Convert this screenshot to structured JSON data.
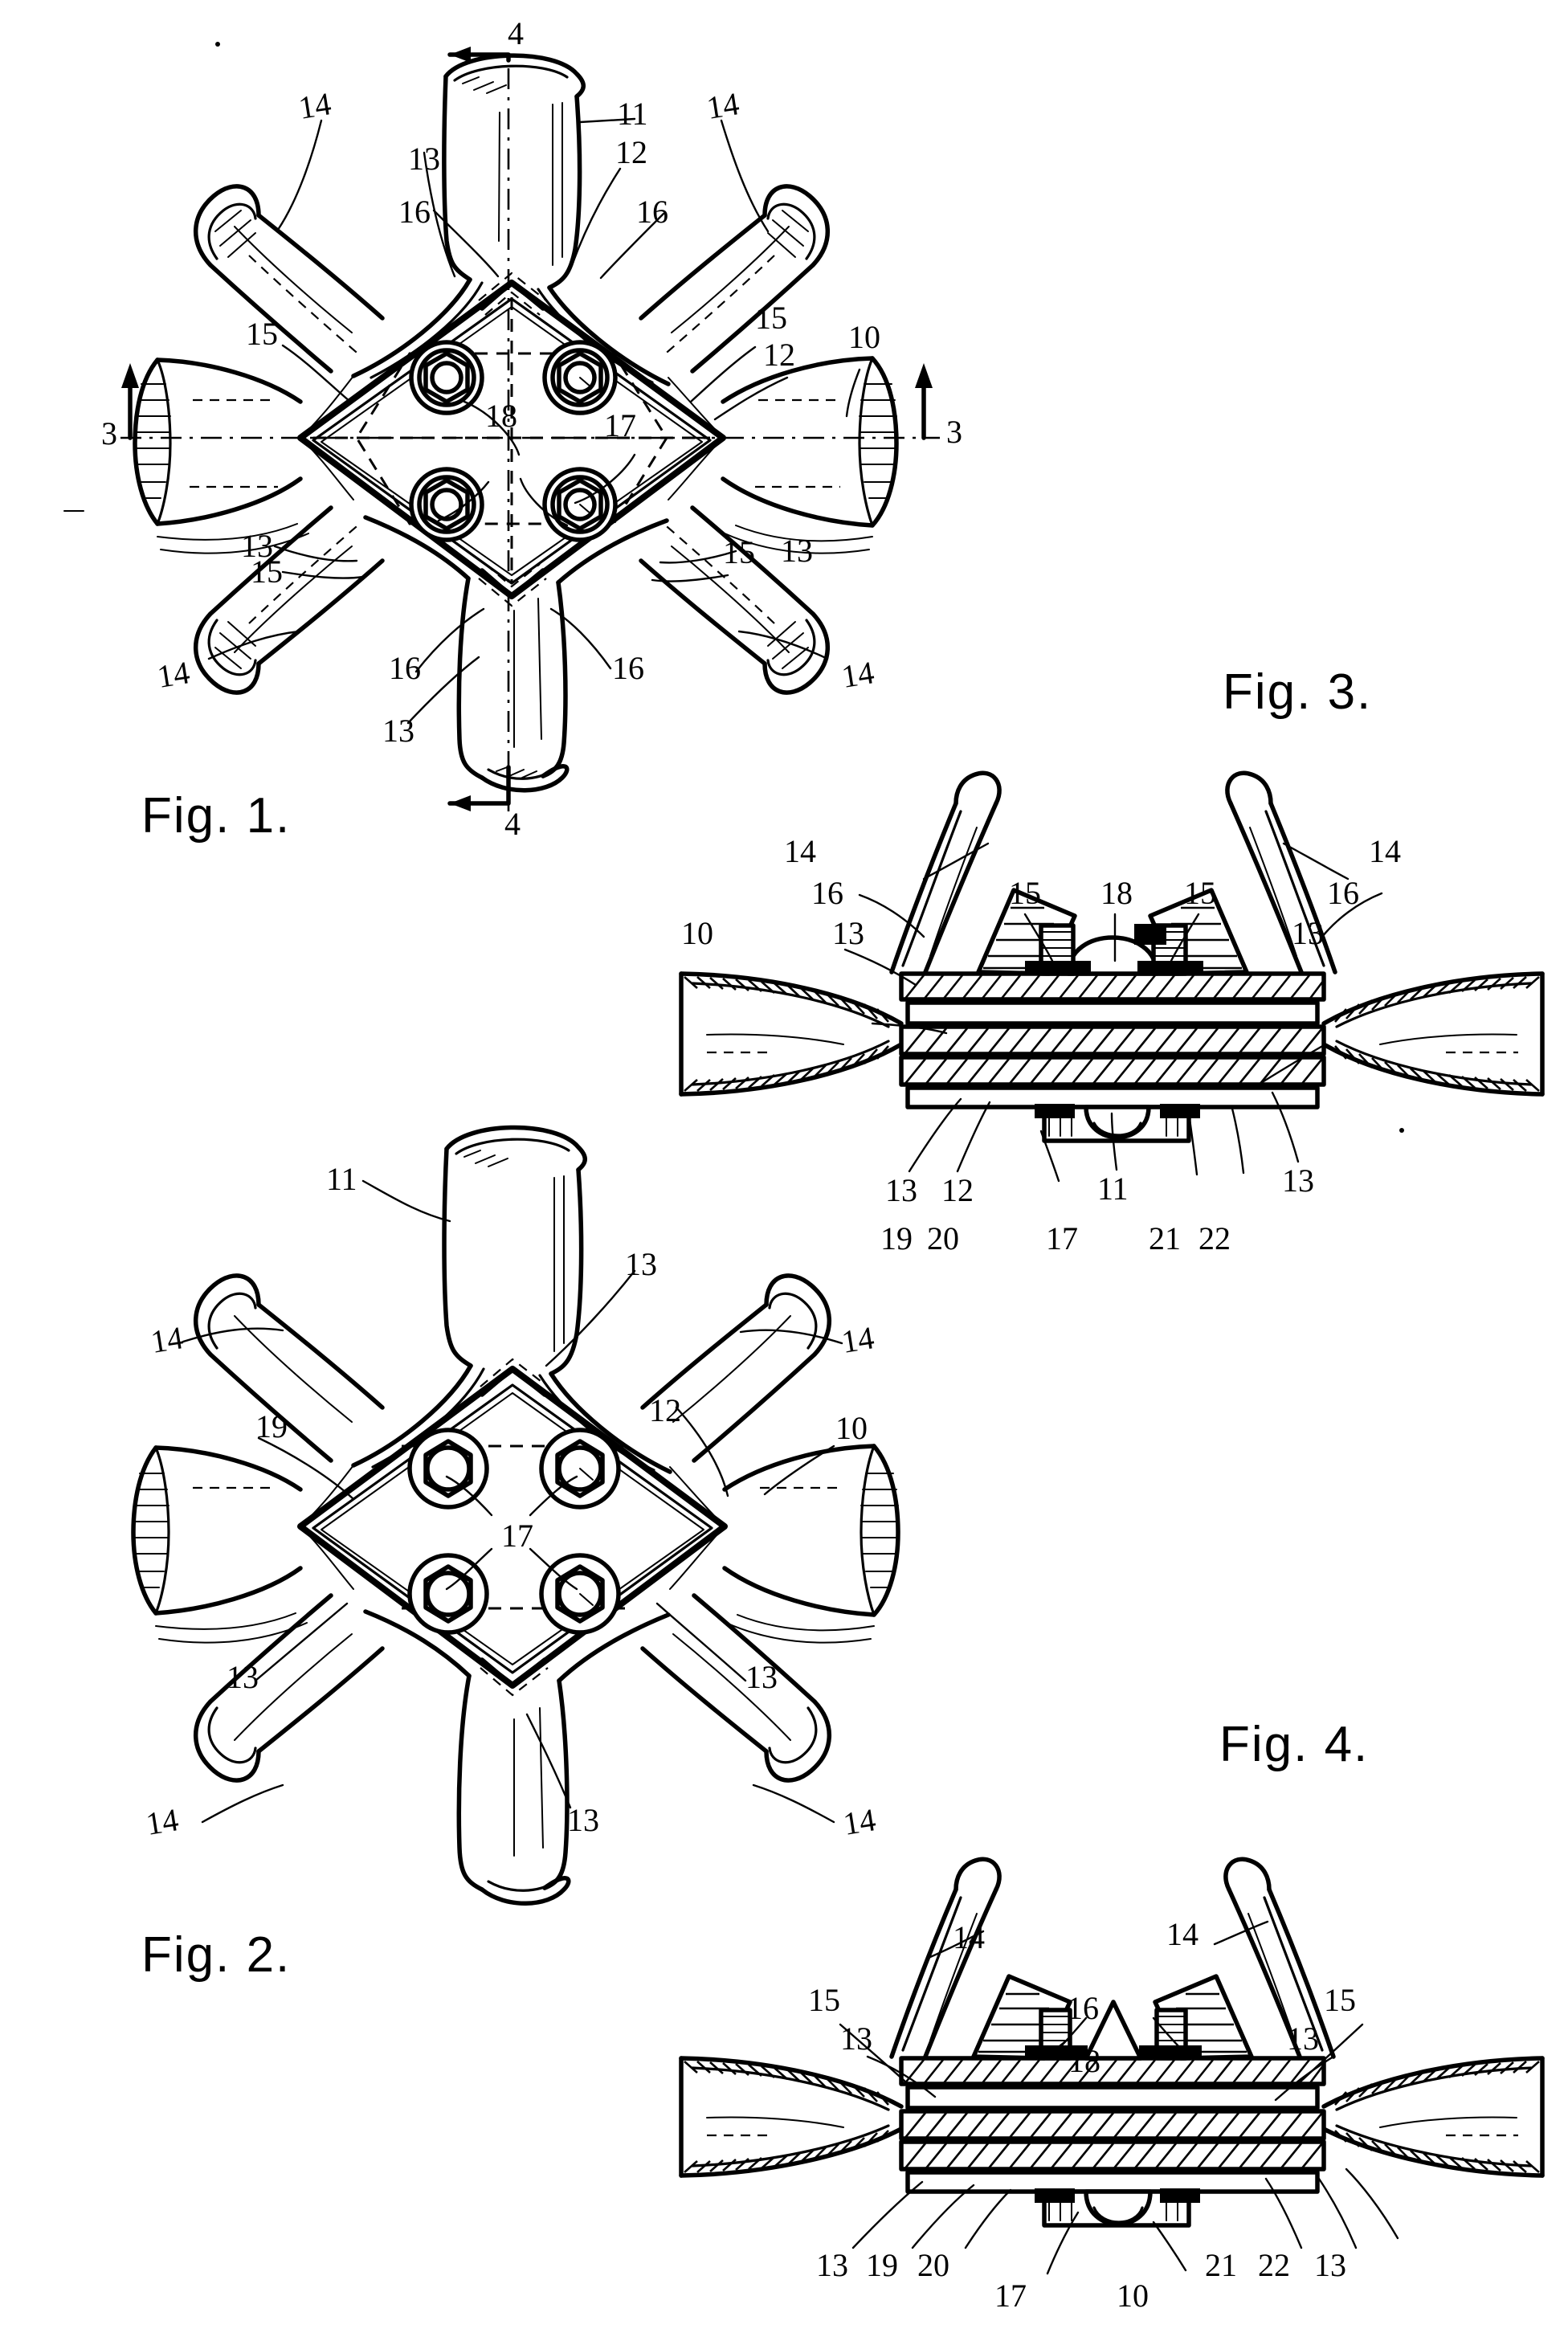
{
  "sheet": {
    "kind": "patent-drawing-sheet",
    "background": "#ffffff",
    "ink": "#000000",
    "figure_count": 4
  },
  "figures": [
    {
      "id": "fig1",
      "caption": "Fig. 1.",
      "view": "plan view of hub assembly, spokes radiating, square clamp plate with four bolts",
      "section_markers": [
        {
          "label": "4",
          "position": "top",
          "direction": "left"
        },
        {
          "label": "4",
          "position": "bottom",
          "direction": "left"
        },
        {
          "label": "3",
          "position": "left",
          "direction": "up"
        },
        {
          "label": "3",
          "position": "right",
          "direction": "up"
        }
      ],
      "reference_numerals": [
        {
          "num": "14",
          "pos": "upper-left"
        },
        {
          "num": "14",
          "pos": "upper-right"
        },
        {
          "num": "11",
          "pos": "top-right-of-stem"
        },
        {
          "num": "12",
          "pos": "top-right"
        },
        {
          "num": "13",
          "pos": "top-center-left"
        },
        {
          "num": "16",
          "pos": "top-center-left-lower"
        },
        {
          "num": "16",
          "pos": "top-center-right"
        },
        {
          "num": "15",
          "pos": "left-upper"
        },
        {
          "num": "15",
          "pos": "right-upper"
        },
        {
          "num": "12",
          "pos": "right-upper-outer"
        },
        {
          "num": "10",
          "pos": "right-arm"
        },
        {
          "num": "18",
          "pos": "center-left-of-axis"
        },
        {
          "num": "17",
          "pos": "center-right-of-axis"
        },
        {
          "num": "13",
          "pos": "lower-left"
        },
        {
          "num": "15",
          "pos": "lower-left-inner"
        },
        {
          "num": "15",
          "pos": "lower-right-inner"
        },
        {
          "num": "13",
          "pos": "lower-right"
        },
        {
          "num": "14",
          "pos": "bottom-left"
        },
        {
          "num": "16",
          "pos": "bottom-center-left"
        },
        {
          "num": "16",
          "pos": "bottom-center-right"
        },
        {
          "num": "14",
          "pos": "bottom-right"
        },
        {
          "num": "13",
          "pos": "bottom-stem"
        }
      ]
    },
    {
      "id": "fig2",
      "caption": "Fig. 2.",
      "view": "opposite-side plan view of hub assembly with four bolt heads",
      "reference_numerals": [
        {
          "num": "11",
          "pos": "top-stem"
        },
        {
          "num": "13",
          "pos": "upper-right-inner"
        },
        {
          "num": "14",
          "pos": "upper-left"
        },
        {
          "num": "14",
          "pos": "upper-right"
        },
        {
          "num": "19",
          "pos": "left-inner"
        },
        {
          "num": "12",
          "pos": "right-inner"
        },
        {
          "num": "10",
          "pos": "right-arm"
        },
        {
          "num": "17",
          "pos": "center"
        },
        {
          "num": "13",
          "pos": "lower-left-inner"
        },
        {
          "num": "13",
          "pos": "lower-right-inner"
        },
        {
          "num": "14",
          "pos": "bottom-left"
        },
        {
          "num": "14",
          "pos": "bottom-right"
        },
        {
          "num": "13",
          "pos": "bottom-center"
        }
      ]
    },
    {
      "id": "fig3",
      "caption": "Fig. 3.",
      "view": "sectional elevation taken on line 3-3 of Fig. 1",
      "reference_numerals": [
        {
          "num": "14",
          "pos": "upper-left"
        },
        {
          "num": "14",
          "pos": "upper-right"
        },
        {
          "num": "16",
          "pos": "left"
        },
        {
          "num": "16",
          "pos": "right"
        },
        {
          "num": "15",
          "pos": "center-left"
        },
        {
          "num": "18",
          "pos": "center"
        },
        {
          "num": "15",
          "pos": "center-right"
        },
        {
          "num": "10",
          "pos": "far-left"
        },
        {
          "num": "13",
          "pos": "inner-left"
        },
        {
          "num": "13",
          "pos": "inner-right"
        },
        {
          "num": "13",
          "pos": "lower-left"
        },
        {
          "num": "12",
          "pos": "lower-left-2"
        },
        {
          "num": "11",
          "pos": "lower-center"
        },
        {
          "num": "13",
          "pos": "lower-right"
        },
        {
          "num": "19",
          "pos": "bottom-left"
        },
        {
          "num": "20",
          "pos": "bottom-left-2"
        },
        {
          "num": "17",
          "pos": "bottom-center"
        },
        {
          "num": "21",
          "pos": "bottom-right"
        },
        {
          "num": "22",
          "pos": "bottom-right-2"
        }
      ]
    },
    {
      "id": "fig4",
      "caption": "Fig. 4.",
      "view": "sectional elevation taken on line 4-4 of Fig. 1",
      "reference_numerals": [
        {
          "num": "14",
          "pos": "upper-left"
        },
        {
          "num": "14",
          "pos": "upper-right"
        },
        {
          "num": "16",
          "pos": "center-upper"
        },
        {
          "num": "18",
          "pos": "center"
        },
        {
          "num": "15",
          "pos": "left"
        },
        {
          "num": "15",
          "pos": "right"
        },
        {
          "num": "13",
          "pos": "inner-left"
        },
        {
          "num": "13",
          "pos": "inner-right"
        },
        {
          "num": "13",
          "pos": "bottom-left"
        },
        {
          "num": "19",
          "pos": "bottom-left-2"
        },
        {
          "num": "20",
          "pos": "bottom-left-3"
        },
        {
          "num": "17",
          "pos": "bottom-center"
        },
        {
          "num": "10",
          "pos": "bottom-center-right"
        },
        {
          "num": "21",
          "pos": "bottom-right"
        },
        {
          "num": "22",
          "pos": "bottom-right-2"
        },
        {
          "num": "13",
          "pos": "bottom-right-3"
        }
      ]
    }
  ],
  "labels": {
    "fig1_caption": "Fig. 1.",
    "fig2_caption": "Fig. 2.",
    "fig3_caption": "Fig. 3.",
    "fig4_caption": "Fig. 4.",
    "n10": "10",
    "n11": "11",
    "n12": "12",
    "n13": "13",
    "n14": "14",
    "n15": "15",
    "n16": "16",
    "n17": "17",
    "n18": "18",
    "n19": "19",
    "n20": "20",
    "n21": "21",
    "n22": "22",
    "s3": "3",
    "s4": "4"
  }
}
